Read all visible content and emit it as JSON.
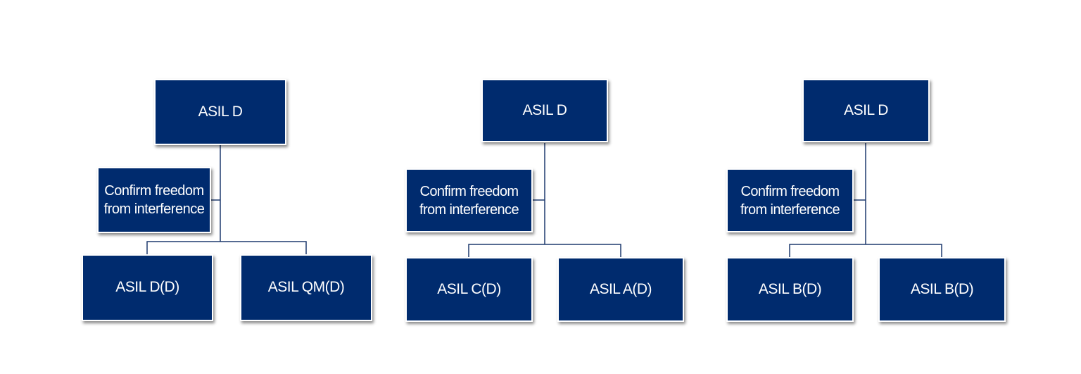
{
  "diagrams": [
    {
      "top": "ASIL D",
      "note": "Confirm freedom from interference",
      "children": [
        "ASIL D(D)",
        "ASIL QM(D)"
      ]
    },
    {
      "top": "ASIL D",
      "note": "Confirm freedom from interference",
      "children": [
        "ASIL C(D)",
        "ASIL A(D)"
      ]
    },
    {
      "top": "ASIL D",
      "note": "Confirm freedom from interference",
      "children": [
        "ASIL B(D)",
        "ASIL B(D)"
      ]
    }
  ],
  "colors": {
    "box_fill": "#002b6e",
    "box_text": "#ffffff",
    "connector": "#1f3a6e"
  }
}
